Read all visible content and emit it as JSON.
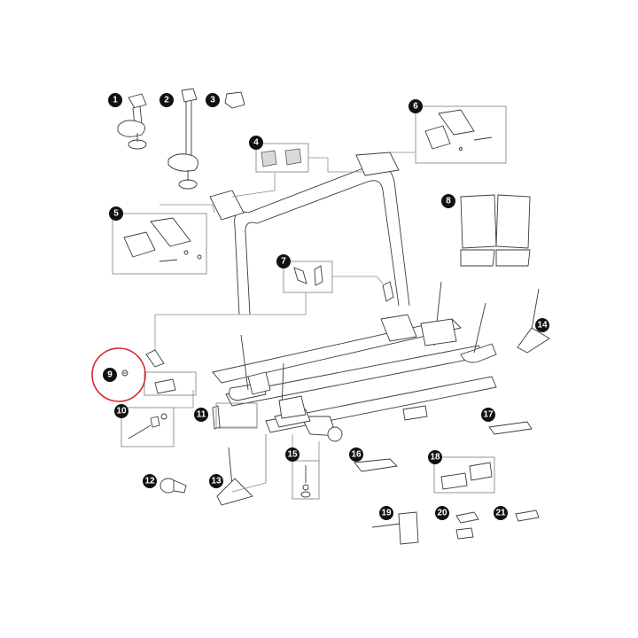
{
  "diagram": {
    "part_labels": [
      "1",
      "2",
      "3",
      "4",
      "5",
      "6",
      "7",
      "8",
      "9",
      "10",
      "11",
      "12",
      "13",
      "14",
      "15",
      "16",
      "17",
      "18",
      "19",
      "20",
      "21"
    ],
    "highlighted_part": "9",
    "colors": {
      "label_fill": "#111111",
      "highlight": "#d62828",
      "line": "#8a8a8a",
      "part_stroke": "#3a3a3a"
    }
  }
}
